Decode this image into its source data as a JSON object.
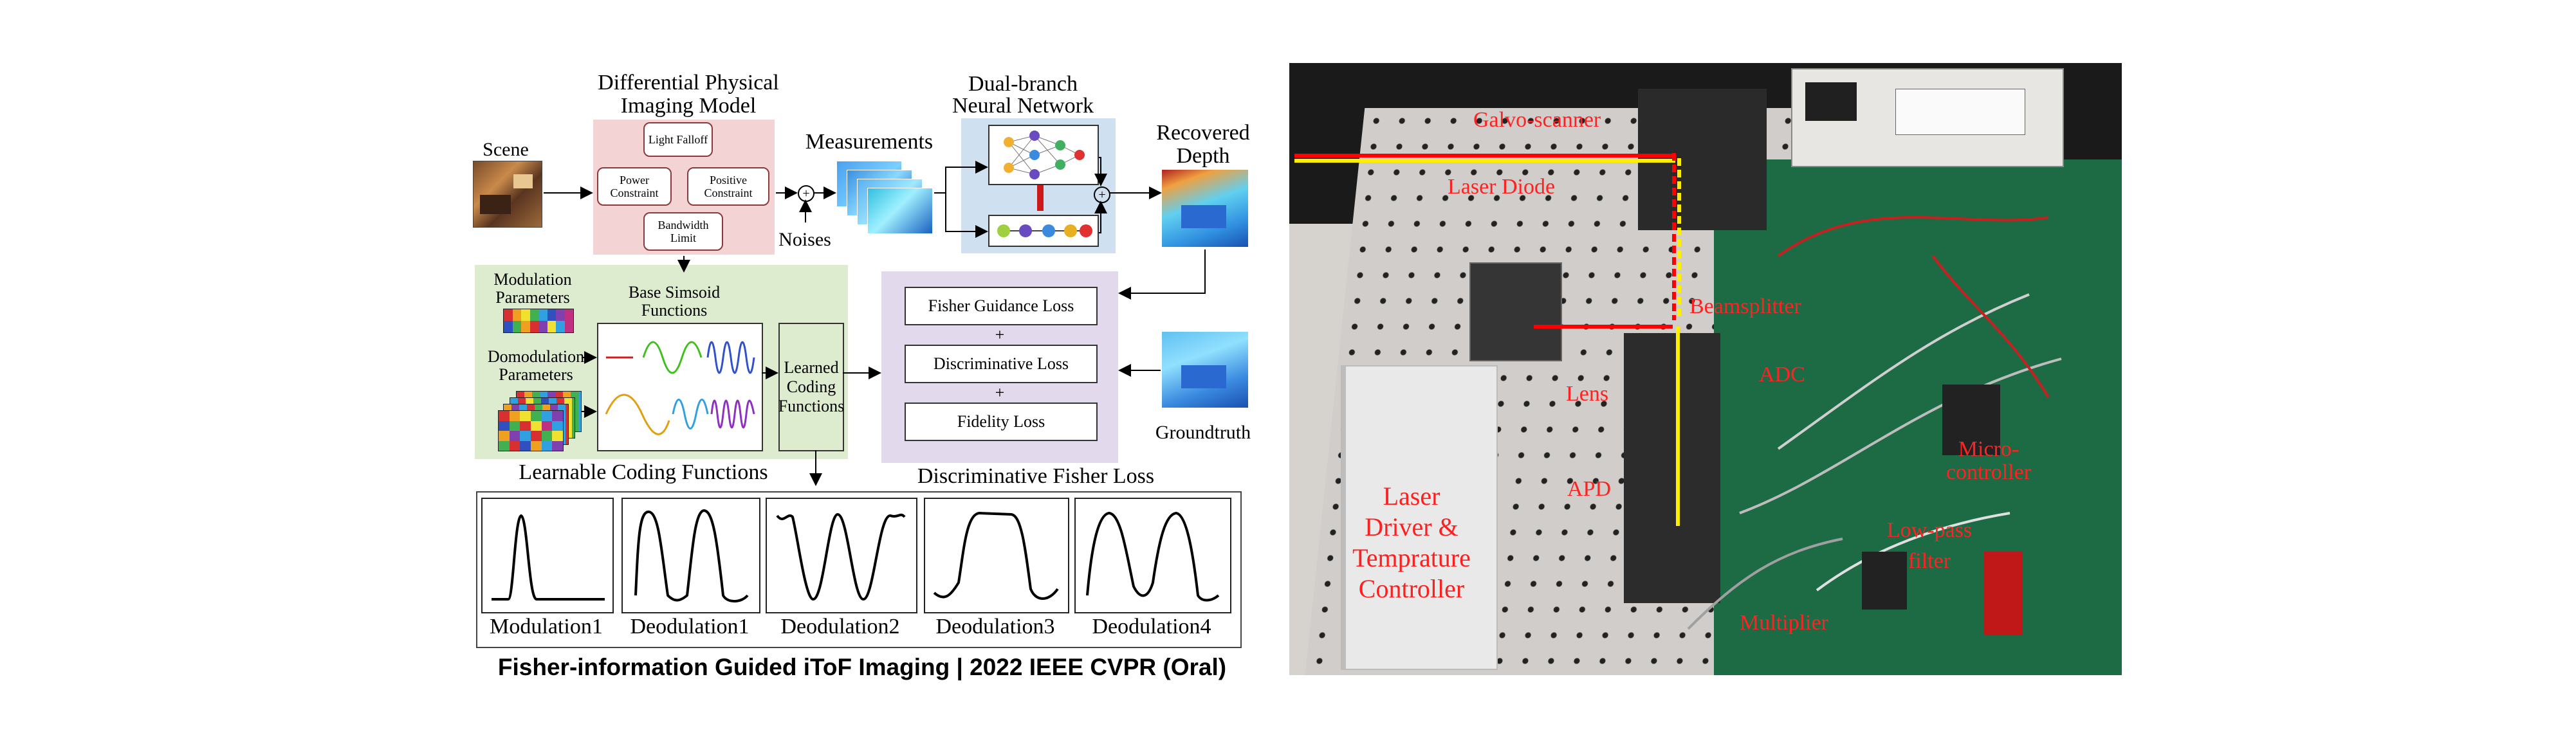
{
  "left_figure": {
    "scene_label": "Scene",
    "physical_model": {
      "title_line1": "Differential Physical",
      "title_line2": "Imaging Model",
      "light_falloff": "Light Falloff",
      "power_constraint": "Power Constraint",
      "positive_constraint": "Positive Constraint",
      "bandwidth_limit": "Bandwidth Limit"
    },
    "noises_label": "Noises",
    "measurements_label": "Measurements",
    "network": {
      "title_line1": "Dual-branch",
      "title_line2": "Neural Network"
    },
    "recovered_depth_line1": "Recovered",
    "recovered_depth_line2": "Depth",
    "modulation_params_line1": "Modulation",
    "modulation_params_line2": "Parameters",
    "demodulation_params_line1": "Domodulation",
    "demodulation_params_line2": "Parameters",
    "base_sinusoid_line1": "Base Simsoid",
    "base_sinusoid_line2": "Functions",
    "learned_coding_line1": "Learned",
    "learned_coding_line2": "Coding",
    "learned_coding_line3": "Functions",
    "learnable_coding_label": "Learnable Coding Functions",
    "fisher_guidance_loss": "Fisher Guidance Loss",
    "plus1": "+",
    "discriminative_loss": "Discriminative Loss",
    "plus2": "+",
    "fidelity_loss": "Fidelity Loss",
    "groundtruth_label": "Groundtruth",
    "discriminative_fisher_loss_label": "Discriminative Fisher Loss",
    "curve_labels": [
      "Modulation1",
      "Deodulation1",
      "Deodulation2",
      "Deodulation3",
      "Deodulation4"
    ],
    "caption": "Fisher-information Guided iToF Imaging | 2022 IEEE CVPR (Oral)"
  },
  "right_photo": {
    "galvo_scanner": "Galvo-scanner",
    "laser_diode": "Laser Diode",
    "beamsplitter": "Beamsplitter",
    "lens": "Lens",
    "adc": "ADC",
    "microcontroller_line1": "Micro-",
    "microcontroller_line2": "controller",
    "apd": "APD",
    "laser_driver_line1": "Laser",
    "laser_driver_line2": "Driver &",
    "laser_driver_line3": "Temprature",
    "laser_driver_line4": "Controller",
    "low_pass_line1": "Low-pass",
    "low_pass_line2": "filter",
    "multiplier": "Multiplier"
  },
  "colors": {
    "physical_model_bg": "#f3d3d3",
    "network_bg": "#cfe0f1",
    "coding_bg": "#ddeccf",
    "loss_bg": "#e2d9ec",
    "photo_label_red": "#ff2222",
    "laser_red": "#ff0000",
    "laser_yellow": "#ffee00",
    "table_green": "#1d6b45"
  }
}
